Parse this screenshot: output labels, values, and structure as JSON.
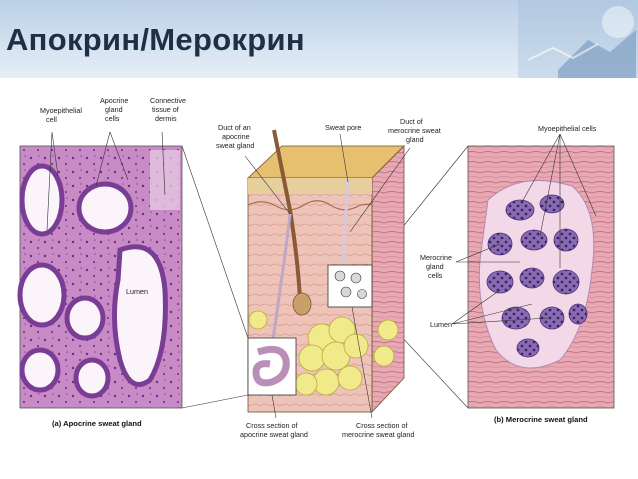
{
  "slide": {
    "title": "Апокрин/Мерокрин"
  },
  "figure": {
    "left_labels": {
      "myoepithelial": [
        "Myoepithelial",
        "cell"
      ],
      "apocrine_cells": [
        "Apocrine",
        "gland",
        "cells"
      ],
      "connective": [
        "Connective",
        "tissue of",
        "dermis"
      ],
      "lumen": "Lumen",
      "caption": "(a) Apocrine sweat gland"
    },
    "center_labels": {
      "duct_apocrine": [
        "Duct of an",
        "apocrine",
        "sweat gland"
      ],
      "sweat_pore": "Sweat pore",
      "duct_merocrine": [
        "Duct of",
        "merocrine sweat",
        "gland"
      ],
      "cross_apocrine": [
        "Cross section of",
        "apocrine sweat gland"
      ],
      "cross_merocrine": [
        "Cross section of",
        "merocrine sweat gland"
      ]
    },
    "right_labels": {
      "myoepithelial": "Myoepithelial cells",
      "merocrine_cells": [
        "Merocrine",
        "gland",
        "cells"
      ],
      "lumen": "Lumen",
      "caption": "(b) Merocrine sweat gland"
    },
    "colors": {
      "header_text": "#1f2f45",
      "apocrine_tissue": "#c98bc6",
      "merocrine_tissue": "#e7a9b4",
      "fat": "#f1ea8a"
    }
  }
}
